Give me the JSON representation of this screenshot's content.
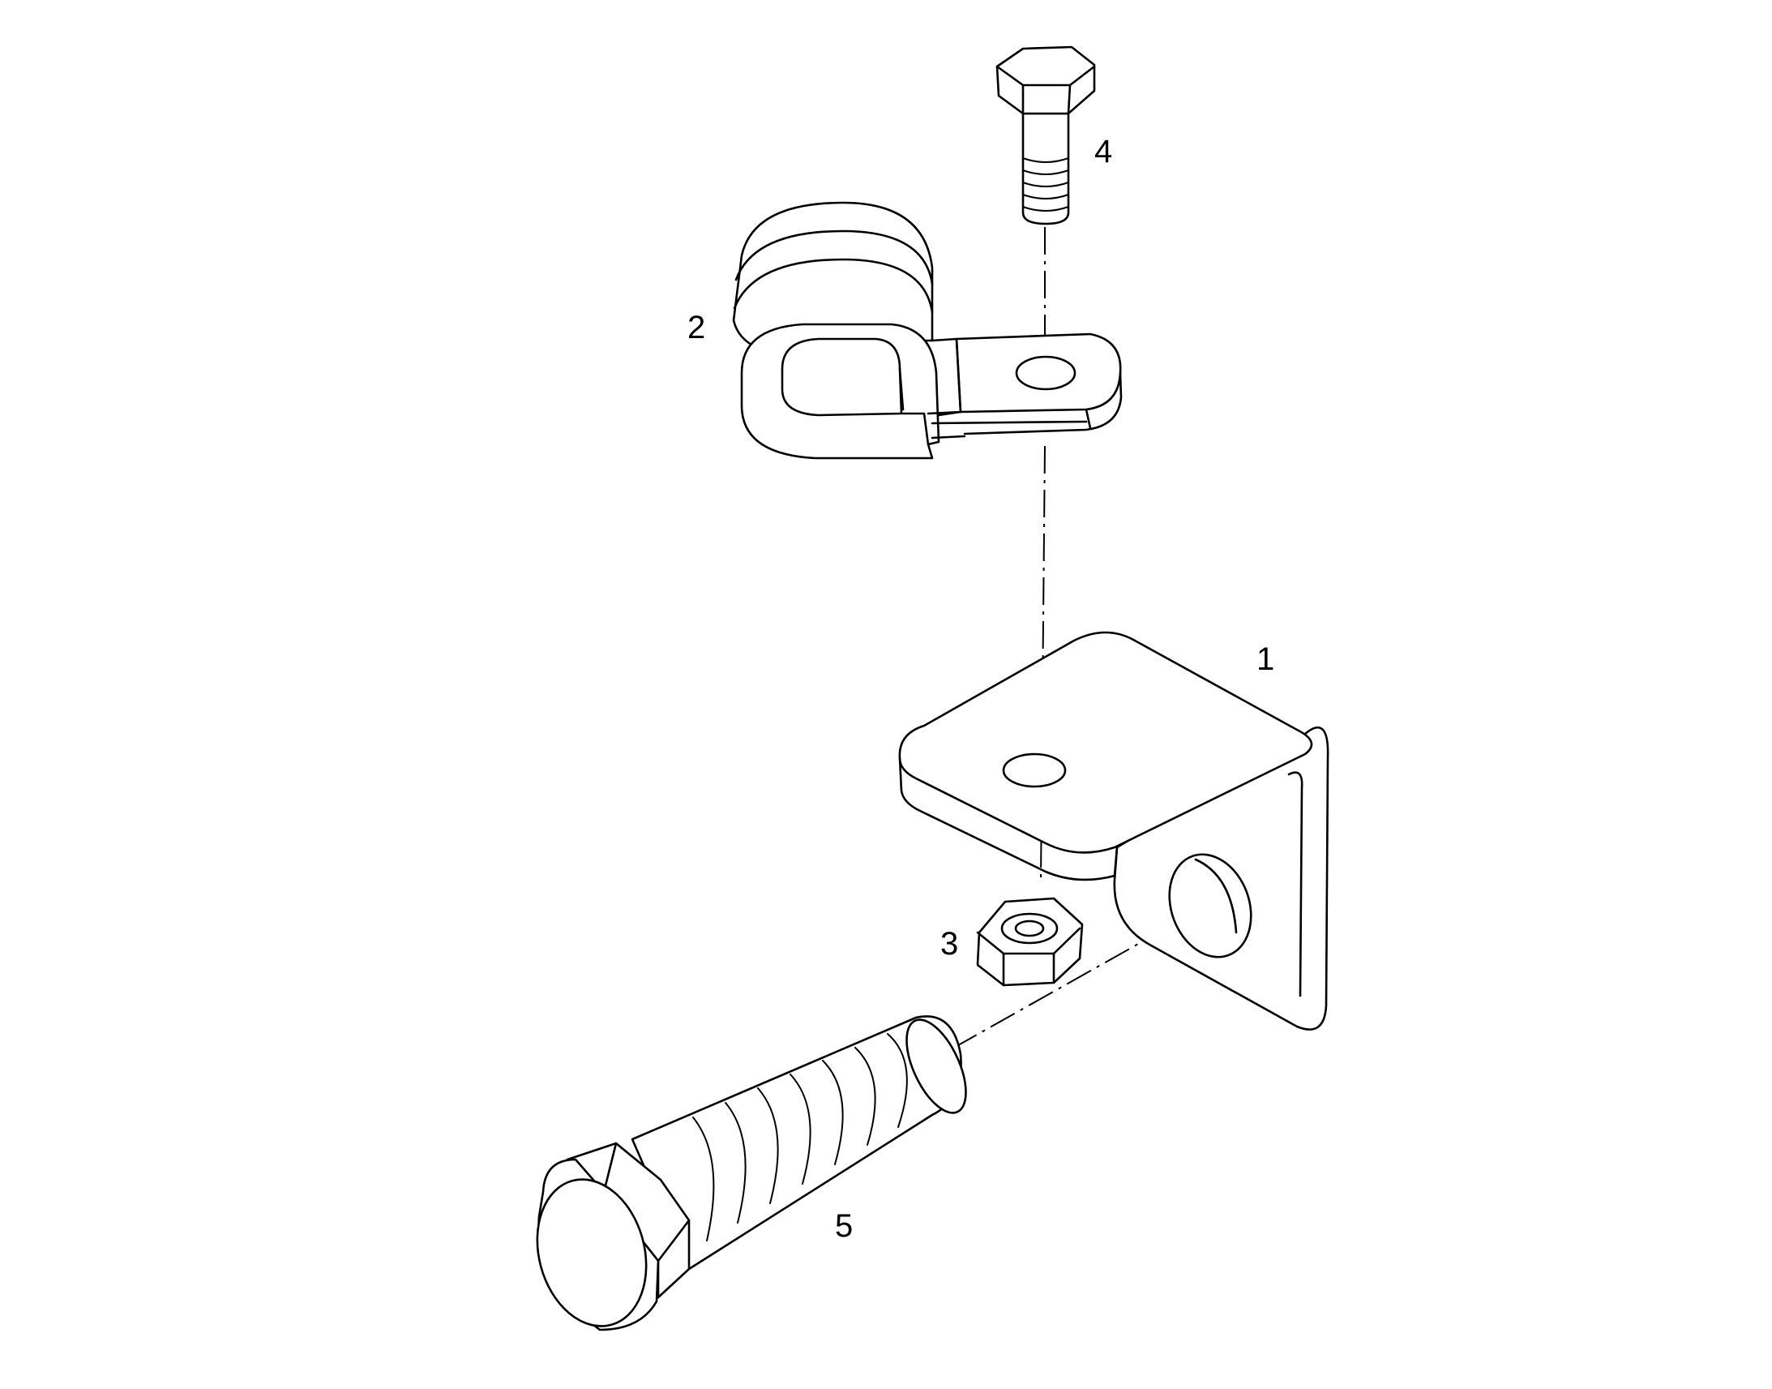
{
  "diagram": {
    "type": "exploded-assembly-drawing",
    "callouts": [
      {
        "id": "1",
        "label": "1",
        "part": "angle-bracket"
      },
      {
        "id": "2",
        "label": "2",
        "part": "cushioned-p-clamp"
      },
      {
        "id": "3",
        "label": "3",
        "part": "hex-nut"
      },
      {
        "id": "4",
        "label": "4",
        "part": "small-hex-bolt"
      },
      {
        "id": "5",
        "label": "5",
        "part": "large-hex-bolt"
      }
    ],
    "colors": {
      "line": "#000000",
      "background": "#ffffff"
    }
  }
}
